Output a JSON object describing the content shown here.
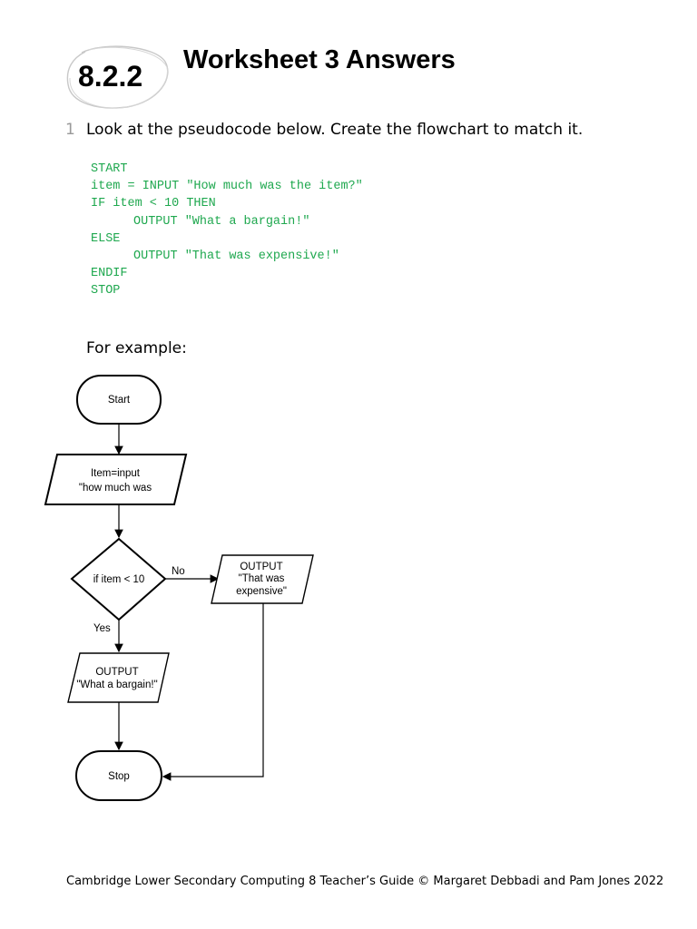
{
  "header": {
    "section_number": "8.2.2",
    "title": "Worksheet 3 Answers"
  },
  "question": {
    "number": "1",
    "text": "Look at the pseudocode below. Create the flowchart to match it."
  },
  "pseudocode": {
    "color": "#1fa84f",
    "lines": [
      "START",
      "item = INPUT \"How much was the item?\"",
      "IF item < 10 THEN",
      "OUTPUT \"What a bargain!\"",
      "ELSE",
      "OUTPUT \"That was expensive!\"",
      "ENDIF",
      "STOP"
    ]
  },
  "example_label": "For example:",
  "flowchart": {
    "start": "Start",
    "input_line1": "Item=input",
    "input_line2": "\"how much was",
    "decision": "if item < 10",
    "no_label": "No",
    "yes_label": "Yes",
    "output_expensive_line1": "OUTPUT",
    "output_expensive_line2": "\"That was",
    "output_expensive_line3": "expensive\"",
    "output_bargain_line1": "OUTPUT",
    "output_bargain_line2": "\"What a bargain!\"",
    "stop": "Stop"
  },
  "footer": "Cambridge Lower Secondary Computing 8 Teacher’s Guide © Margaret Debbadi and Pam Jones 2022"
}
